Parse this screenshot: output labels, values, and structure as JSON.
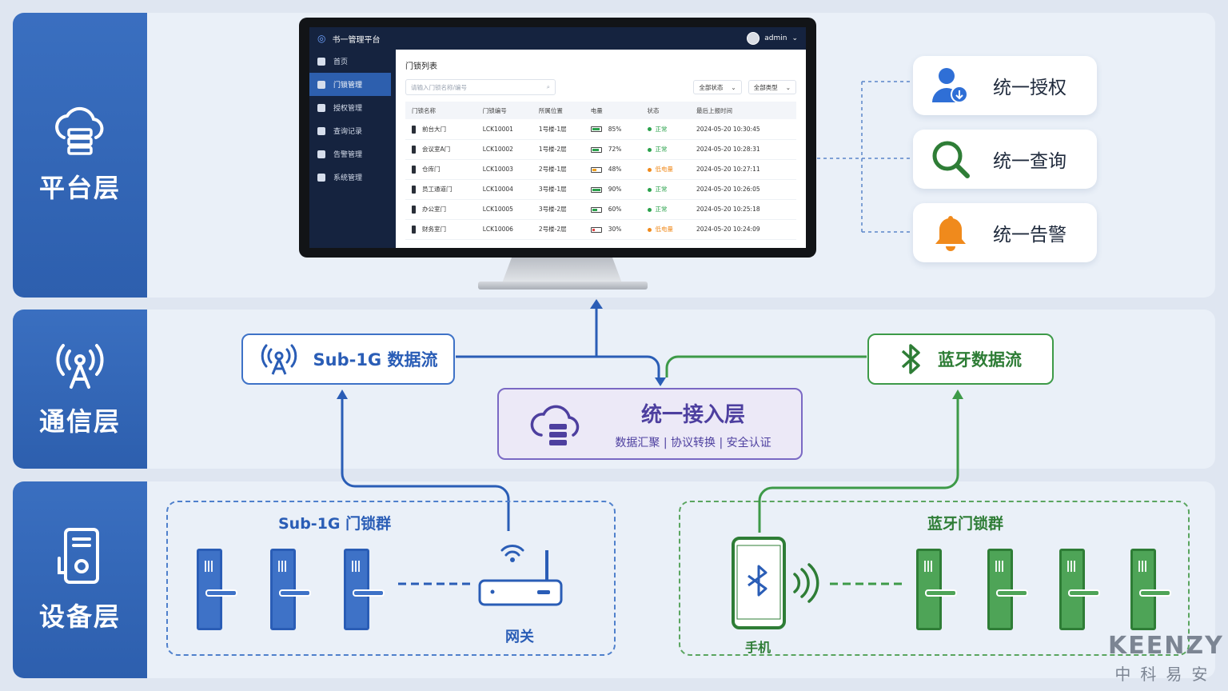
{
  "layers": {
    "platform": "平台层",
    "comm": "通信层",
    "device": "设备层"
  },
  "screen": {
    "app_title": "书一管理平台",
    "user": "admin",
    "menu": [
      "首页",
      "门锁管理",
      "授权管理",
      "查询记录",
      "告警管理",
      "系统管理"
    ],
    "page_title": "门锁列表",
    "search_placeholder": "请输入门锁名称/编号",
    "filter_status": "全部状态",
    "filter_type": "全部类型",
    "columns": [
      "门锁名称",
      "门锁编号",
      "所属位置",
      "电量",
      "状态",
      "最后上报时间"
    ],
    "rows": [
      {
        "name": "前台大门",
        "id": "LCK10001",
        "loc": "1号楼-1层",
        "battery": "85%",
        "status": "正常",
        "time": "2024-05-20 10:30:45"
      },
      {
        "name": "会议室A门",
        "id": "LCK10002",
        "loc": "1号楼-2层",
        "battery": "72%",
        "status": "正常",
        "time": "2024-05-20 10:28:31"
      },
      {
        "name": "仓库门",
        "id": "LCK10003",
        "loc": "2号楼-1层",
        "battery": "48%",
        "status": "低电量",
        "time": "2024-05-20 10:27:11"
      },
      {
        "name": "员工通道门",
        "id": "LCK10004",
        "loc": "3号楼-1层",
        "battery": "90%",
        "status": "正常",
        "time": "2024-05-20 10:26:05"
      },
      {
        "name": "办公室门",
        "id": "LCK10005",
        "loc": "3号楼-2层",
        "battery": "60%",
        "status": "正常",
        "time": "2024-05-20 10:25:18"
      },
      {
        "name": "财务室门",
        "id": "LCK10006",
        "loc": "2号楼-2层",
        "battery": "30%",
        "status": "低电量",
        "time": "2024-05-20 10:24:09"
      }
    ]
  },
  "cards": {
    "auth": "统一授权",
    "query": "统一查询",
    "alarm": "统一告警"
  },
  "flows": {
    "sub1g": "Sub-1G 数据流",
    "bluetooth": "蓝牙数据流",
    "access_title": "统一接入层",
    "access_sub": "数据汇聚 | 协议转换 | 安全认证"
  },
  "devices": {
    "sub1g_group": "Sub-1G 门锁群",
    "bt_group": "蓝牙门锁群",
    "gateway": "网关",
    "phone": "手机"
  },
  "watermark": {
    "brand": "KEENZY",
    "cn": "中科易安"
  },
  "colors": {
    "blue": "#3e72c7",
    "green": "#3d9a48",
    "purple": "#7a69c4",
    "orange": "#f08a1c",
    "ok": "#2ba24c"
  }
}
